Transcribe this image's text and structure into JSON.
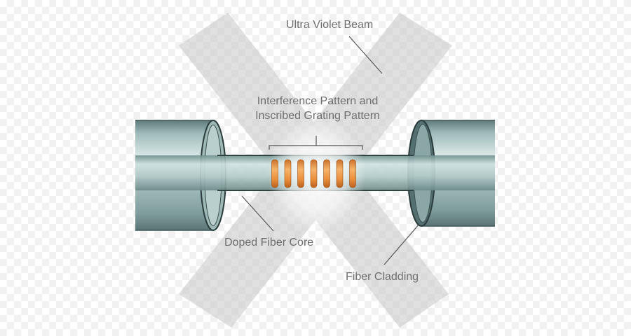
{
  "labels": {
    "ultra_violet_beam": "Ultra Violet Beam",
    "interference_line1": "Interference Pattern and",
    "interference_line2": "Inscribed Grating Pattern",
    "doped_fiber_core": "Doped Fiber Core",
    "fiber_cladding": "Fiber Cladding"
  },
  "colors": {
    "cladding": "#8fa9a9",
    "core": "#a9c5c4",
    "grating_orange": "#f0a24e",
    "beam": "#c8c8c8",
    "label_text": "#6e6e6e"
  },
  "grating": {
    "band_count": 7
  }
}
